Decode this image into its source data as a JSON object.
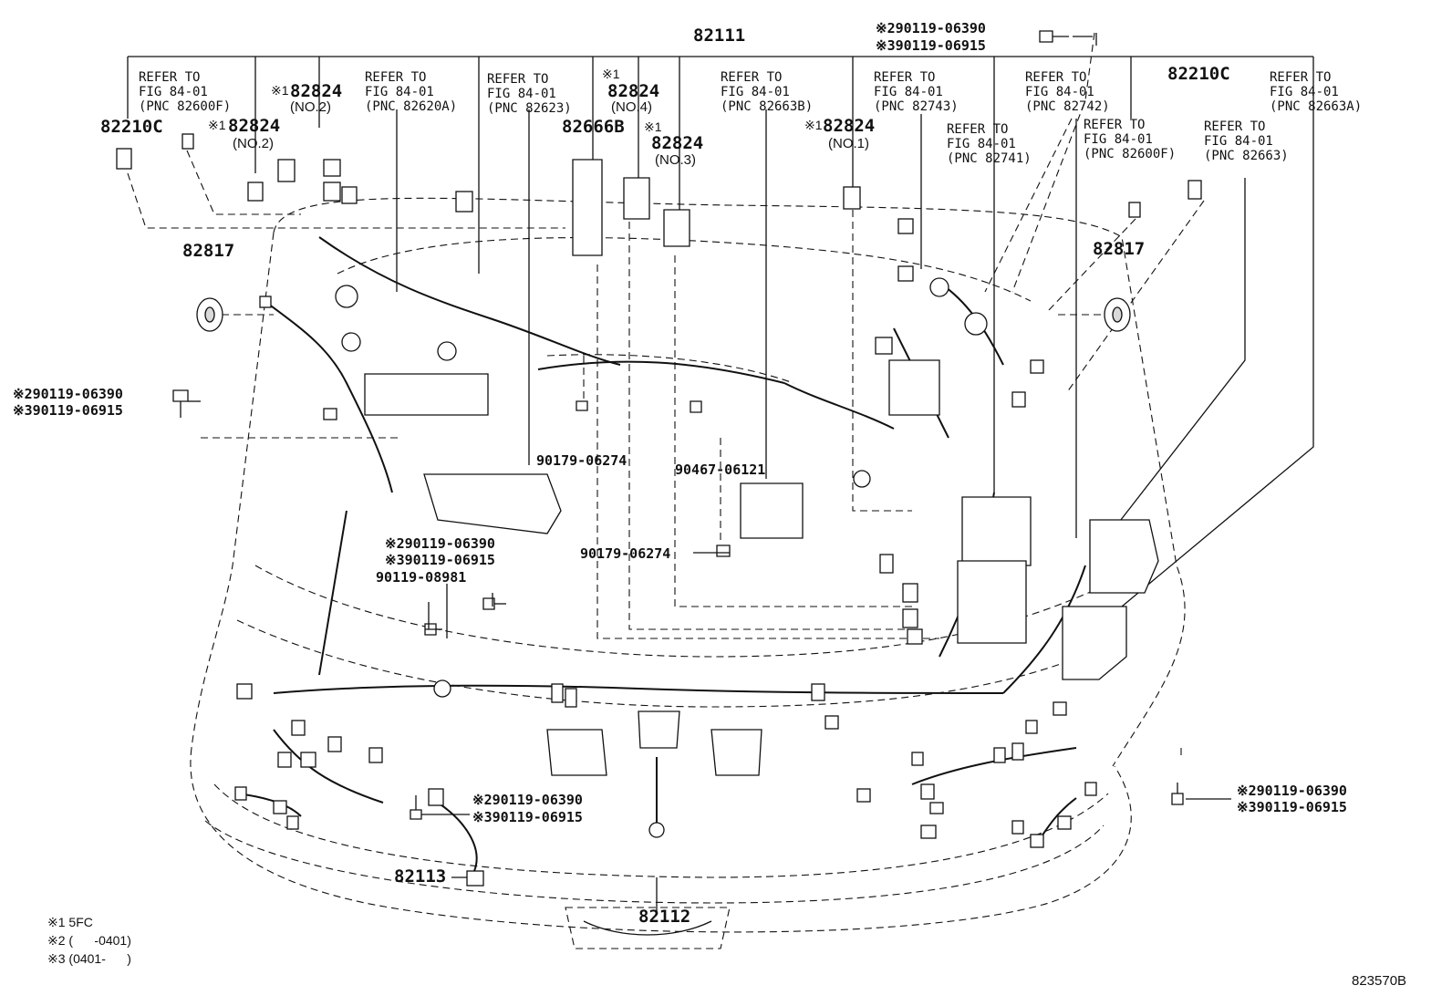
{
  "diagram": {
    "parts": {
      "p82111": "82111",
      "p82112": "82112",
      "p82113": "82113",
      "p82210c_left": "82210C",
      "p82210c_right": "82210C",
      "p82817_left": "82817",
      "p82817_right": "82817",
      "p82666b": "82666B",
      "p82824_no2_a": "82824",
      "p82824_no2_a_sub": "(NO.2)",
      "p82824_no2_b": "82824",
      "p82824_no2_b_sub": "(NO.2)",
      "p82824_no4": "82824",
      "p82824_no4_sub": "(NO.4)",
      "p82824_no3": "82824",
      "p82824_no3_sub": "(NO.3)",
      "p82824_no1": "82824",
      "p82824_no1_sub": "(NO.1)",
      "bolt_90179_06274_a": "90179-06274",
      "bolt_90179_06274_b": "90179-06274",
      "bolt_90467_06121": "90467-06121",
      "bolt_90119_08981": "90119-08981"
    },
    "mark1": "※1",
    "bolt_pairs": [
      {
        "line1": "※290119-06390",
        "line2": "※390119-06915"
      },
      {
        "line1": "※290119-06390",
        "line2": "※390119-06915"
      },
      {
        "line1": "※290119-06390",
        "line2": "※390119-06915"
      },
      {
        "line1": "※290119-06390",
        "line2": "※390119-06915"
      },
      {
        "line1": "※290119-06390",
        "line2": "※390119-06915"
      }
    ],
    "refers": [
      "REFER TO\nFIG 84-01\n(PNC 82600F)",
      "REFER TO\nFIG 84-01\n(PNC 82620A)",
      "REFER TO\nFIG 84-01\n(PNC 82623)",
      "REFER TO\nFIG 84-01\n(PNC 82663B)",
      "REFER TO\nFIG 84-01\n(PNC 82743)",
      "REFER TO\nFIG 84-01\n(PNC 82742)",
      "REFER TO\nFIG 84-01\n(PNC 82741)",
      "REFER TO\nFIG 84-01\n(PNC 82600F)",
      "REFER TO\nFIG 84-01\n(PNC 82663)",
      "REFER TO\nFIG 84-01\n(PNC 82663A)"
    ]
  },
  "notes": [
    "※1 5FC",
    "※2 (      -0401)",
    "※3 (0401-      )"
  ],
  "figure_id": "823570B"
}
